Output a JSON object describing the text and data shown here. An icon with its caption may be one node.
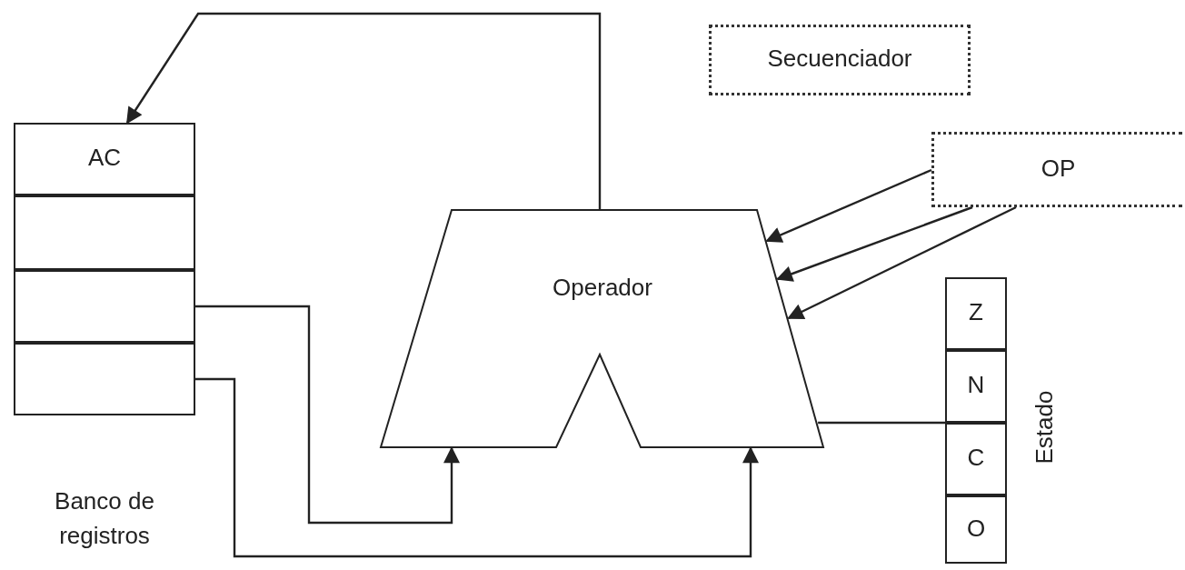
{
  "diagram": {
    "nodes": [
      {
        "text": [
          "Banco de registros"
        ]
      },
      {
        "text": [
          "AC"
        ],
        "in": 0
      },
      {
        "text": [],
        "in": 0,
        "shape": "box"
      },
      {
        "text": [],
        "in": 0,
        "shape": "box"
      },
      {
        "text": [],
        "in": 0,
        "shape": "box"
      },
      {
        "text": [
          "Operador"
        ]
      },
      {
        "text": [
          "Secuenciador"
        ]
      },
      {
        "text": [
          "OP"
        ]
      },
      {
        "text": [
          "Estado"
        ]
      },
      {
        "text": [
          "Z"
        ],
        "in": 8
      },
      {
        "text": [
          "N"
        ],
        "in": 8
      },
      {
        "text": [
          "C"
        ],
        "in": 8
      },
      {
        "text": [
          "O"
        ],
        "in": 8
      }
    ],
    "edges": [
      {
        "from": 5,
        "to": 1,
        "arrow": "to"
      },
      {
        "from": 3,
        "to": 5,
        "arrow": "to"
      },
      {
        "from": 4,
        "to": 5,
        "arrow": "to"
      },
      {
        "from": 7,
        "to": 5,
        "arrow": "to"
      },
      {
        "from": 7,
        "to": 5,
        "arrow": "to"
      },
      {
        "from": 7,
        "to": 5,
        "arrow": "to"
      },
      {
        "from": 5,
        "to": 8,
        "arrow": "none"
      }
    ]
  }
}
